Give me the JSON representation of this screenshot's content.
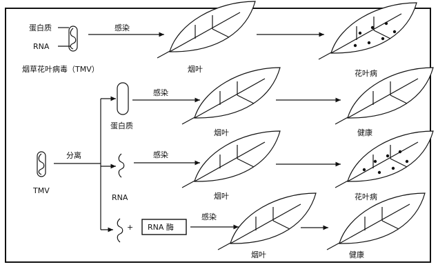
{
  "top": {
    "protein_label": "蛋白质",
    "rna_label": "RNA",
    "virus_label": "烟草花叶病毒（TMV）",
    "infect_label": "感染",
    "leaf_label": "烟叶",
    "result_label": "花叶病"
  },
  "left": {
    "tmv_label": "TMV",
    "separate_label": "分离"
  },
  "branches": [
    {
      "component": "蛋白质",
      "infect": "感染",
      "leaf": "烟叶",
      "result": "健康"
    },
    {
      "component": "RNA",
      "infect": "感染",
      "leaf": "烟叶",
      "result": "花叶病"
    },
    {
      "plus": "+",
      "enzyme": "RNA 酶",
      "infect": "感染",
      "leaf": "烟叶",
      "result": "健康"
    }
  ]
}
